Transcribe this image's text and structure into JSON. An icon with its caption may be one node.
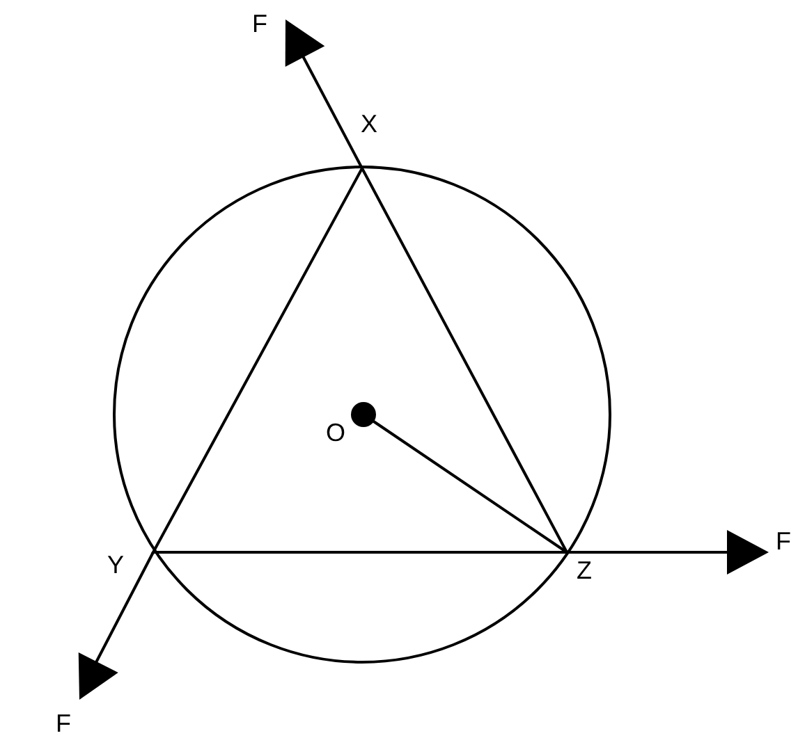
{
  "diagram": {
    "labels": [
      "F",
      "X",
      "O",
      "Y",
      "Z",
      "F",
      "F"
    ]
  }
}
